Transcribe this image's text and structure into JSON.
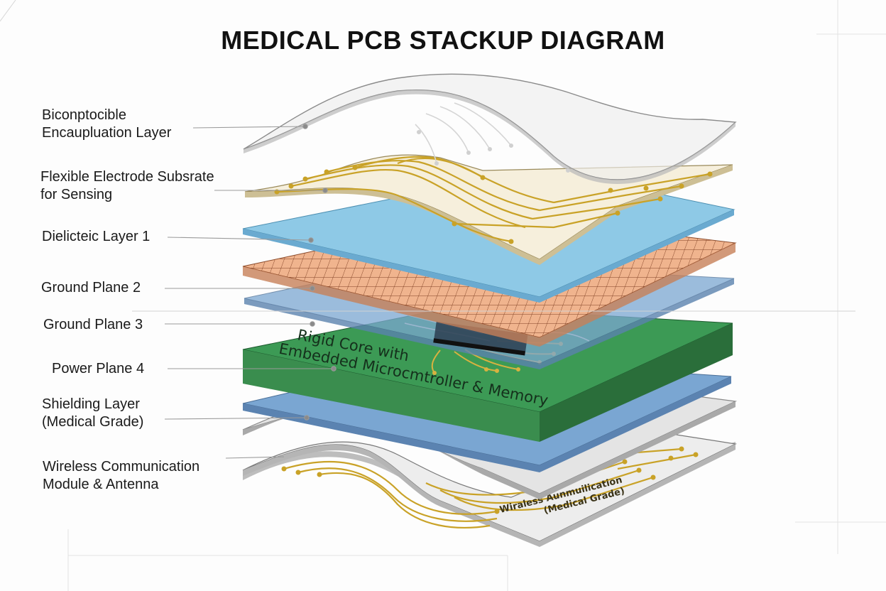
{
  "title": "MEDICAL PCB STACKUP DIAGRAM",
  "layers": [
    {
      "id": "encapsulation",
      "lines": [
        "Biconptocible",
        "Encaupluation Layer"
      ]
    },
    {
      "id": "electrode",
      "lines": [
        "Flexible Electrode Subsrate",
        "for Sensing"
      ]
    },
    {
      "id": "dielectric",
      "lines": [
        "Dielicteic Layer 1"
      ]
    },
    {
      "id": "ground2",
      "lines": [
        "Ground Plane 2"
      ]
    },
    {
      "id": "ground3",
      "lines": [
        "Ground Plane 3"
      ]
    },
    {
      "id": "power4",
      "lines": [
        "Power Plane 4"
      ]
    },
    {
      "id": "shielding",
      "lines": [
        "Shielding Layer",
        "(Medical Grade)"
      ]
    },
    {
      "id": "wireless",
      "lines": [
        "Wireless Communication",
        "Module & Antenna"
      ]
    }
  ],
  "board_text": [
    "Rigid Core with",
    "Embedded Microcmtroller & Memory"
  ],
  "wireless_board_text": [
    "Wiraless Aunmuilication",
    "(Medical Grade)"
  ],
  "colors": {
    "encapsulation": "#eeeeee",
    "electrode": "#f6efdc",
    "trace": "#c9a227",
    "dielectric": "#8ec9e6",
    "copper_mesh": "#f0b48e",
    "ground3": "#7ba7d1",
    "core": "#3c9a55",
    "shielding": "#7aa6d2",
    "grey_layer": "#e4e4e4",
    "wireless": "#ededed"
  }
}
